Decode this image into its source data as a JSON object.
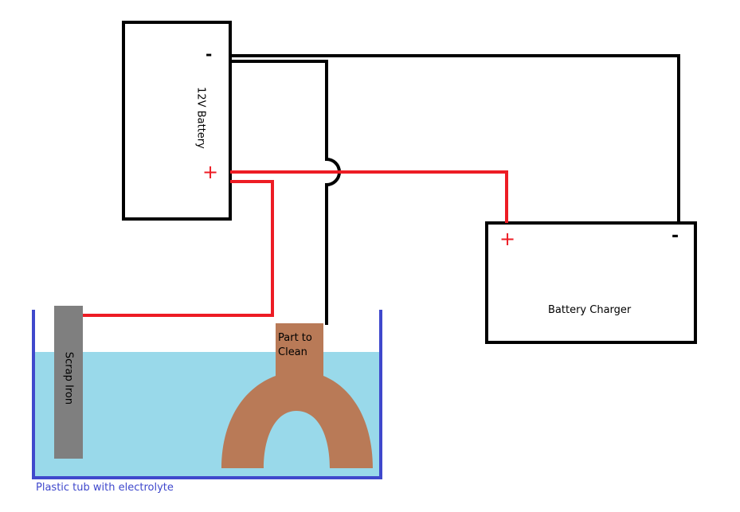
{
  "battery": {
    "label": "12V Battery",
    "minus_sign": "-",
    "plus_sign": "+"
  },
  "charger": {
    "label": "Battery Charger",
    "plus_sign": "+",
    "minus_sign": "-"
  },
  "scrap": {
    "label": "Scrap Iron"
  },
  "part": {
    "label": "Part to Clean"
  },
  "tub": {
    "label": "Plastic tub with electrolyte"
  },
  "colors": {
    "positive_wire": "#ed1c24",
    "negative_wire": "#000000",
    "electrolyte": "#99d9ea",
    "tub_outline": "#3f48cc",
    "scrap_iron": "#7f7f7f",
    "part": "#b97a57"
  }
}
